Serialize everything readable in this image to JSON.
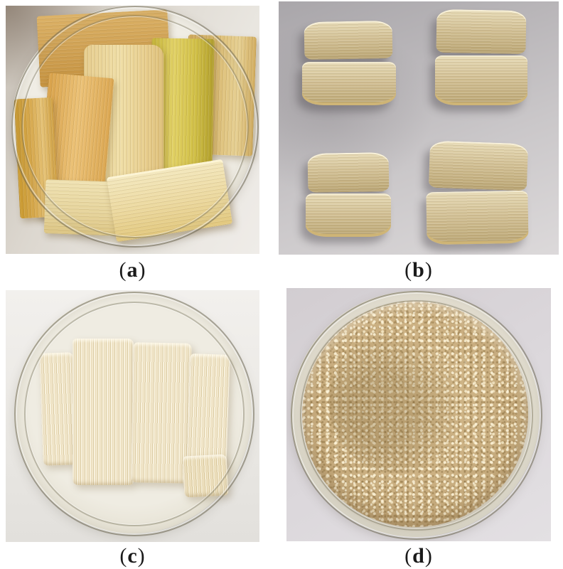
{
  "figure": {
    "label_open": "(",
    "label_close": ")",
    "panels": [
      {
        "id": "a",
        "letter": "a",
        "alt": "Raw golden bamboo strips piled in a glass petri dish"
      },
      {
        "id": "b",
        "letter": "b",
        "alt": "Four pairs of split pale bamboo culm pieces on a grey surface"
      },
      {
        "id": "c",
        "letter": "c",
        "alt": "Bleached cream fibrous bamboo bundles in a glass petri dish"
      },
      {
        "id": "d",
        "letter": "d",
        "alt": "Loose ground tan bamboo fibres filling a glass petri dish"
      }
    ]
  },
  "palette": {
    "page_background": "#ffffff",
    "raw_bamboo_gold": "#d2a257",
    "bamboo_olive": "#cdbc42",
    "culm_piece_tan": "#cdbb8d",
    "bleached_cream": "#f0e6cb",
    "fiber_tan": "#c9ad7d",
    "glass_rim": "#6c6652",
    "photo_grey_background": "#b9b6b9",
    "label_color": "#1a1a1a"
  }
}
